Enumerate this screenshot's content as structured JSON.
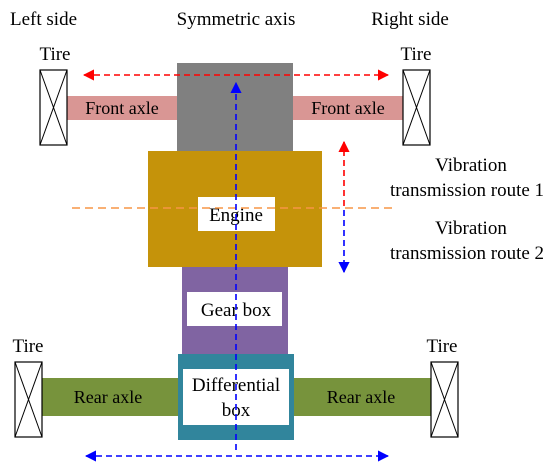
{
  "header": {
    "left_side": "Left side",
    "symmetric_axis": "Symmetric axis",
    "right_side": "Right side"
  },
  "tires": {
    "front_left": "Tire",
    "front_right": "Tire",
    "rear_left": "Tire",
    "rear_right": "Tire"
  },
  "components": {
    "front_axle_left": "Front axle",
    "front_axle_right": "Front axle",
    "engine": "Engine",
    "gear_box": "Gear box",
    "differential_box_line1": "Differential",
    "differential_box_line2": "box",
    "rear_axle_left": "Rear axle",
    "rear_axle_right": "Rear axle"
  },
  "routes": {
    "route1_line1": "Vibration",
    "route1_line2": "transmission route 1",
    "route2_line1": "Vibration",
    "route2_line2": "transmission route 2"
  },
  "colors": {
    "axle_front": "#d99694",
    "center_block": "#808080",
    "engine": "#c5930a",
    "gear_box": "#8064a2",
    "differential_border": "#31859c",
    "differential_fill": "#ffffff",
    "rear_axle": "#77933c",
    "route1": "#ff0000",
    "route2": "#0000ff",
    "symmetric_line": "#f79646"
  }
}
